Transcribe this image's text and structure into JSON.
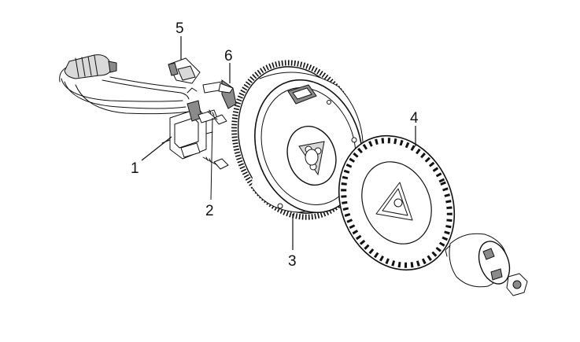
{
  "callouts": {
    "c1": "1",
    "c2": "2",
    "c3": "3",
    "c4": "4",
    "c5": "5",
    "c6": "6"
  },
  "colors": {
    "ink": "#111111",
    "background": "#ffffff",
    "shade": "#8a8a8a"
  }
}
